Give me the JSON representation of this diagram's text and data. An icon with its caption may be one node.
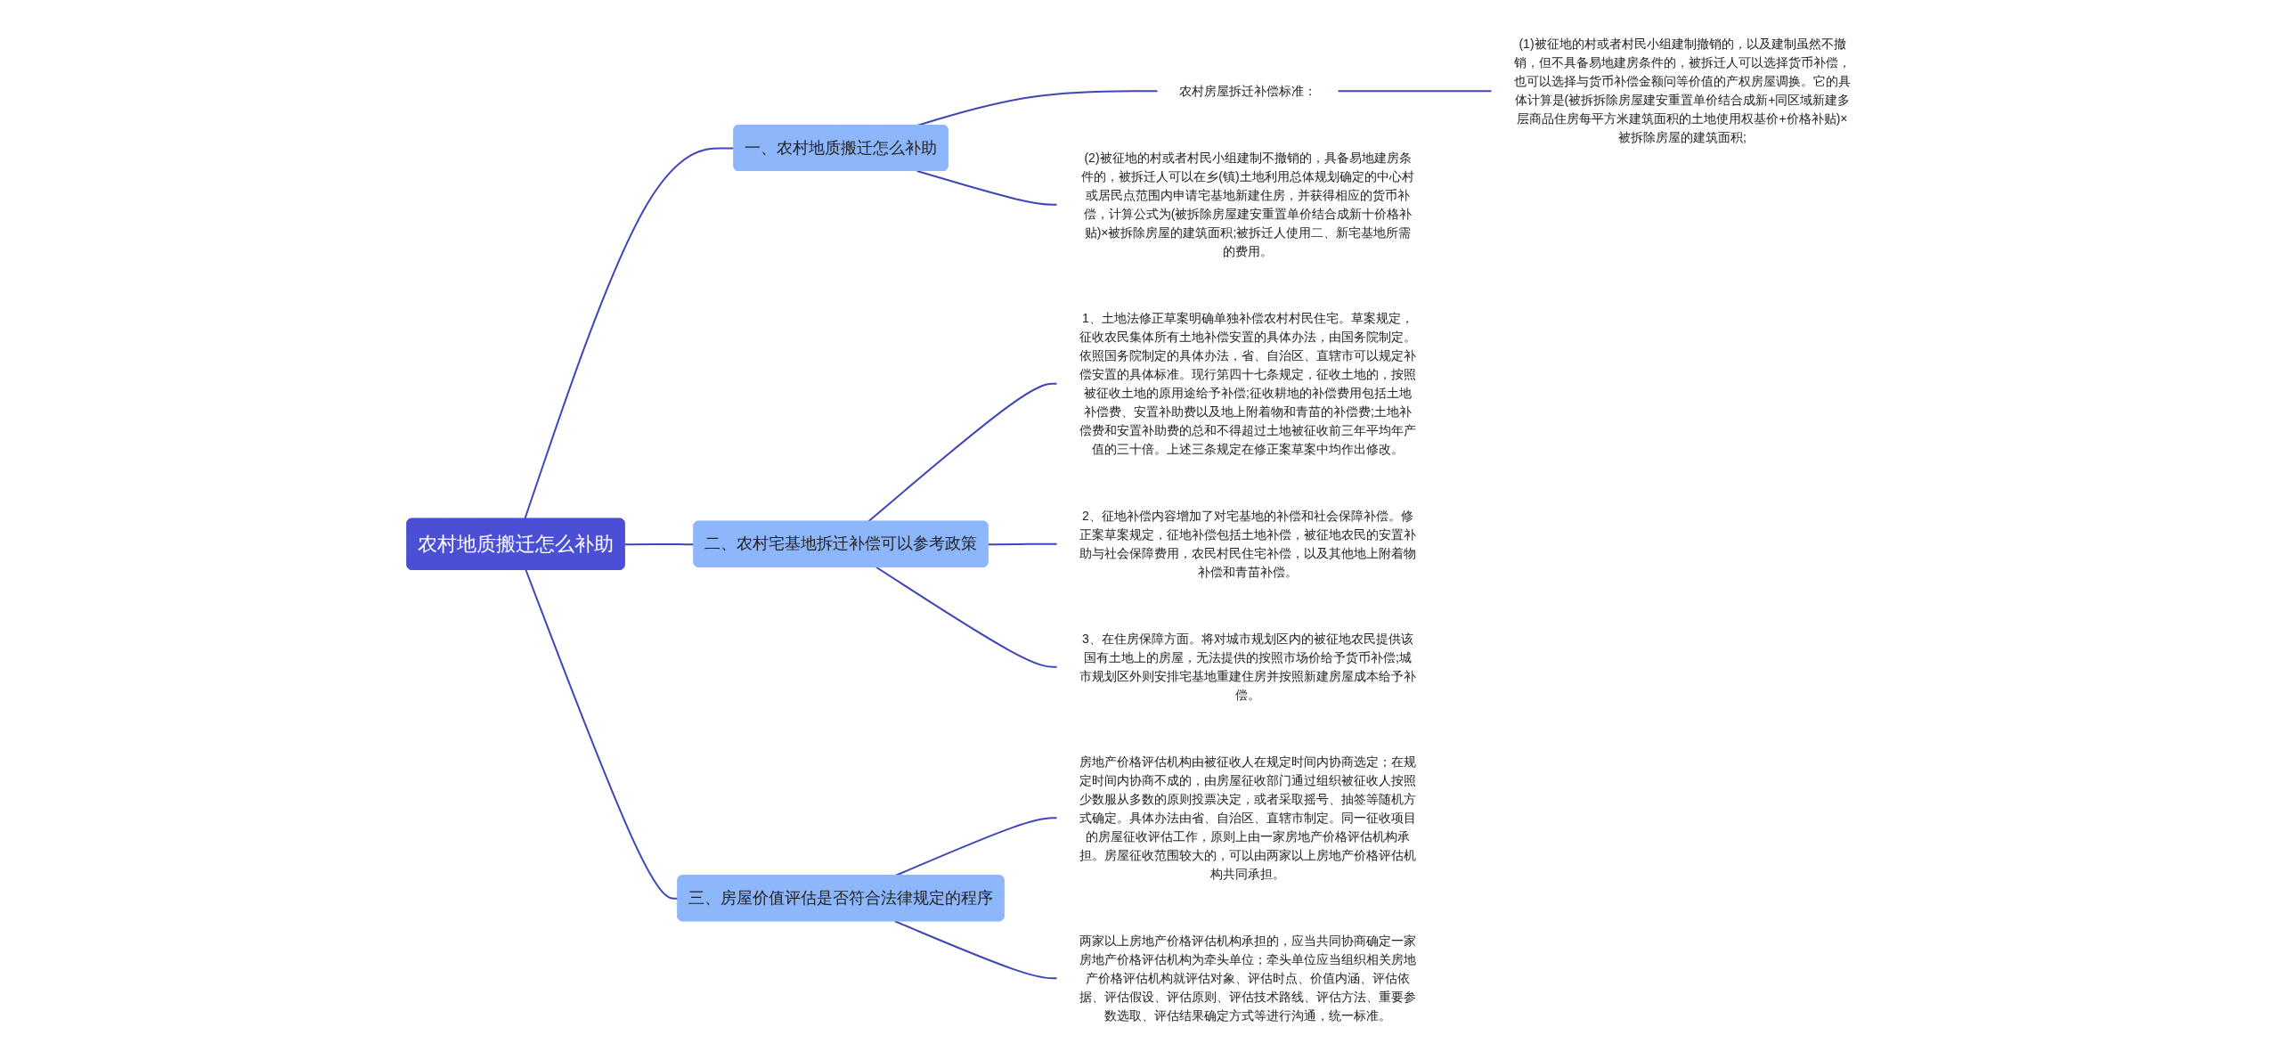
{
  "diagram": {
    "nodes": [
      {
        "text": [
          "农村地质搬迁怎么补助"
        ]
      },
      {
        "text": [
          "一、农村地质搬迁怎么补助"
        ]
      },
      {
        "text": [
          "农村房屋拆迁补偿标准："
        ]
      },
      {
        "text": [
          "(1)被征地的村或者村民小组建制撤销的，以及建制虽然不撤销，但不具备易地建房条件的，被拆迁人可以选择货币补偿，也可以选择与货币补偿金额问等价值的产权房屋调换。它的具体计算是(被拆拆除房屋建安重置单价结合成新+同区域新建多层商品住房每平方米建筑面积的土地使用权基价+价格补贴)×被拆除房屋的建筑面积;"
        ]
      },
      {
        "text": [
          "(2)被征地的村或者村民小组建制不撤销的，具备易地建房条件的，被拆迁人可以在乡(镇)土地利用总体规划确定的中心村或居民点范围内申请宅基地新建住房，并获得相应的货币补偿，计算公式为(被拆除房屋建安重置单价结合成新十价格补贴)×被拆除房屋的建筑面积;被拆迁人使用二、新宅基地所需的费用。"
        ]
      },
      {
        "text": [
          "二、农村宅基地拆迁补偿可以参考政策"
        ]
      },
      {
        "text": [
          "1、土地法修正草案明确单独补偿农村村民住宅。草案规定，征收农民集体所有土地补偿安置的具体办法，由国务院制定。依照国务院制定的具体办法，省、自治区、直辖市可以规定补偿安置的具体标准。现行第四十七条规定，征收土地的，按照被征收土地的原用途给予补偿;征收耕地的补偿费用包括土地补偿费、安置补助费以及地上附着物和青苗的补偿费;土地补偿费和安置补助费的总和不得超过土地被征收前三年平均年产值的三十倍。上述三条规定在修正案草案中均作出修改。"
        ]
      },
      {
        "text": [
          "2、征地补偿内容增加了对宅基地的补偿和社会保障补偿。修正案草案规定，征地补偿包括土地补偿，被征地农民的安置补助与社会保障费用，农民村民住宅补偿，以及其他地上附着物补偿和青苗补偿。"
        ]
      },
      {
        "text": [
          "3、在住房保障方面。将对城市规划区内的被征地农民提供该国有土地上的房屋，无法提供的按照市场价给予货币补偿;城市规划区外则安排宅基地重建住房并按照新建房屋成本给予补偿。"
        ]
      },
      {
        "text": [
          "三、房屋价值评估是否符合法律规定的程序"
        ]
      },
      {
        "text": [
          "房地产价格评估机构由被征收人在规定时间内协商选定；在规定时间内协商不成的，由房屋征收部门通过组织被征收人按照少数服从多数的原则投票决定，或者采取摇号、抽签等随机方式确定。具体办法由省、自治区、直辖市制定。同一征收项目的房屋征收评估工作，原则上由一家房地产价格评估机构承担。房屋征收范围较大的，可以由两家以上房地产价格评估机构共同承担。"
        ]
      },
      {
        "text": [
          "两家以上房地产价格评估机构承担的，应当共同协商确定一家房地产价格评估机构为牵头单位；牵头单位应当组织相关房地产价格评估机构就评估对象、评估时点、价值内涵、评估依据、评估假设、评估原则、评估技术路线、评估方法、重要参数选取、评估结果确定方式等进行沟通，统一标准。"
        ]
      }
    ],
    "edges": [
      {
        "from": 0,
        "to": 1,
        "arrow": "none"
      },
      {
        "from": 1,
        "to": 2,
        "arrow": "none"
      },
      {
        "from": 2,
        "to": 3,
        "arrow": "none"
      },
      {
        "from": 1,
        "to": 4,
        "arrow": "none"
      },
      {
        "from": 0,
        "to": 5,
        "arrow": "none"
      },
      {
        "from": 5,
        "to": 6,
        "arrow": "none"
      },
      {
        "from": 5,
        "to": 7,
        "arrow": "none"
      },
      {
        "from": 5,
        "to": 8,
        "arrow": "none"
      },
      {
        "from": 0,
        "to": 9,
        "arrow": "none"
      },
      {
        "from": 9,
        "to": 10,
        "arrow": "none"
      },
      {
        "from": 9,
        "to": 11,
        "arrow": "none"
      }
    ]
  }
}
